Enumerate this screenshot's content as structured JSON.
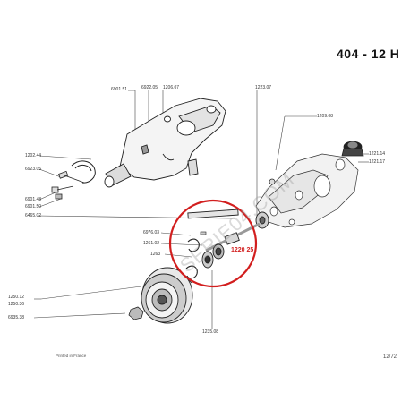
{
  "header": {
    "title": "404 - 12 H"
  },
  "watermark": "SERIE04.COM",
  "highlight": {
    "part_number": "1220 25",
    "color": "#d21e1e"
  },
  "footer": {
    "printed": "Printed in France",
    "page": "12/72"
  },
  "labels": {
    "l6901_51": "6901.51",
    "l6922_05": "6922.05",
    "l1206_07": "1206.07",
    "l1223_07": "1223.07",
    "l1209_08": "1209.08",
    "l1202_44": "1202.44",
    "l6923_05": "6923.05",
    "l1221_14": "1221.14",
    "l1221_17": "1221.17",
    "l6901_48": "6901.48",
    "l6901_50": "6901.50",
    "l6465_02": "6465.02",
    "l6976_03": "6976.03",
    "l1261_02": "1261.02",
    "l1263": "1263",
    "l1250_12": "1250.12",
    "l1250_36": "1250.36",
    "l6935_38": "6935.38",
    "l1235_08": "1235.08"
  }
}
